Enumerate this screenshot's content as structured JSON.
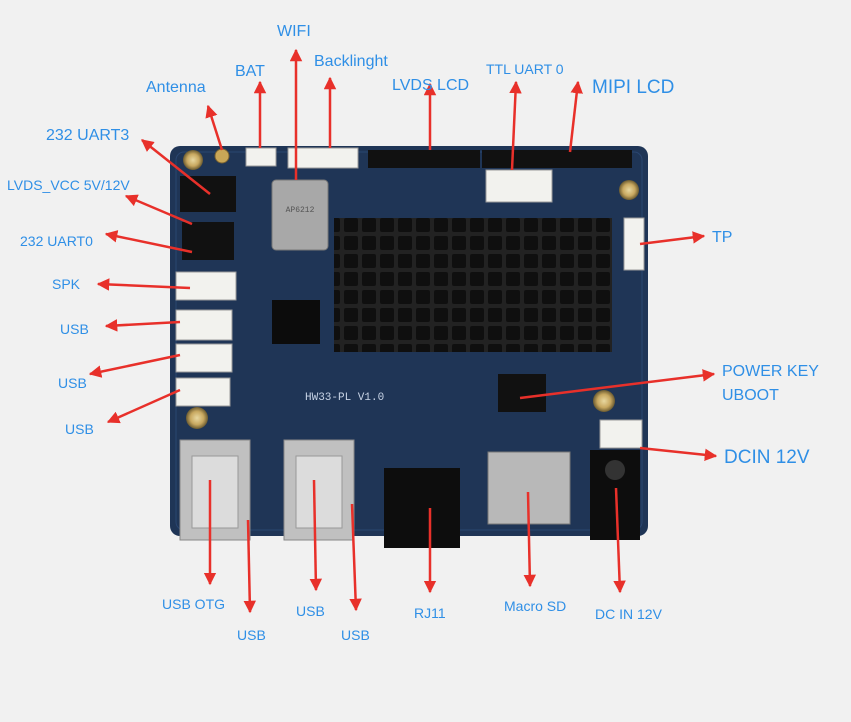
{
  "labels": {
    "wifi": "WIFI",
    "backlight": "Backlinght",
    "bat": "BAT",
    "antenna": "Antenna",
    "lvds_lcd": "LVDS LCD",
    "ttl_uart0": "TTL UART 0",
    "mipi_lcd": "MIPI LCD",
    "uart3_232": "232 UART3",
    "lvds_vcc": "LVDS_VCC 5V/12V",
    "uart0_232": "232 UART0",
    "spk": "SPK",
    "usb_1": "USB",
    "usb_2": "USB",
    "usb_3": "USB",
    "tp": "TP",
    "power_key": "POWER KEY",
    "uboot": "UBOOT",
    "dcin_12v": "DCIN 12V",
    "usb_otg": "USB OTG",
    "usb_bottom_1": "USB",
    "usb_bottom_2": "USB",
    "usb_bottom_3": "USB",
    "rj11": "RJ11",
    "macro_sd": "Macro SD",
    "dc_in_12v": "DC IN 12V"
  },
  "silkscreen": {
    "board_name": "HW33-PL V1.0",
    "wifi_module": "AP6212"
  },
  "colors": {
    "label": "#2f8fe6",
    "arrow": "#e8302a",
    "pcb": "#1f3556",
    "heatsink": "#1a1a1a"
  }
}
